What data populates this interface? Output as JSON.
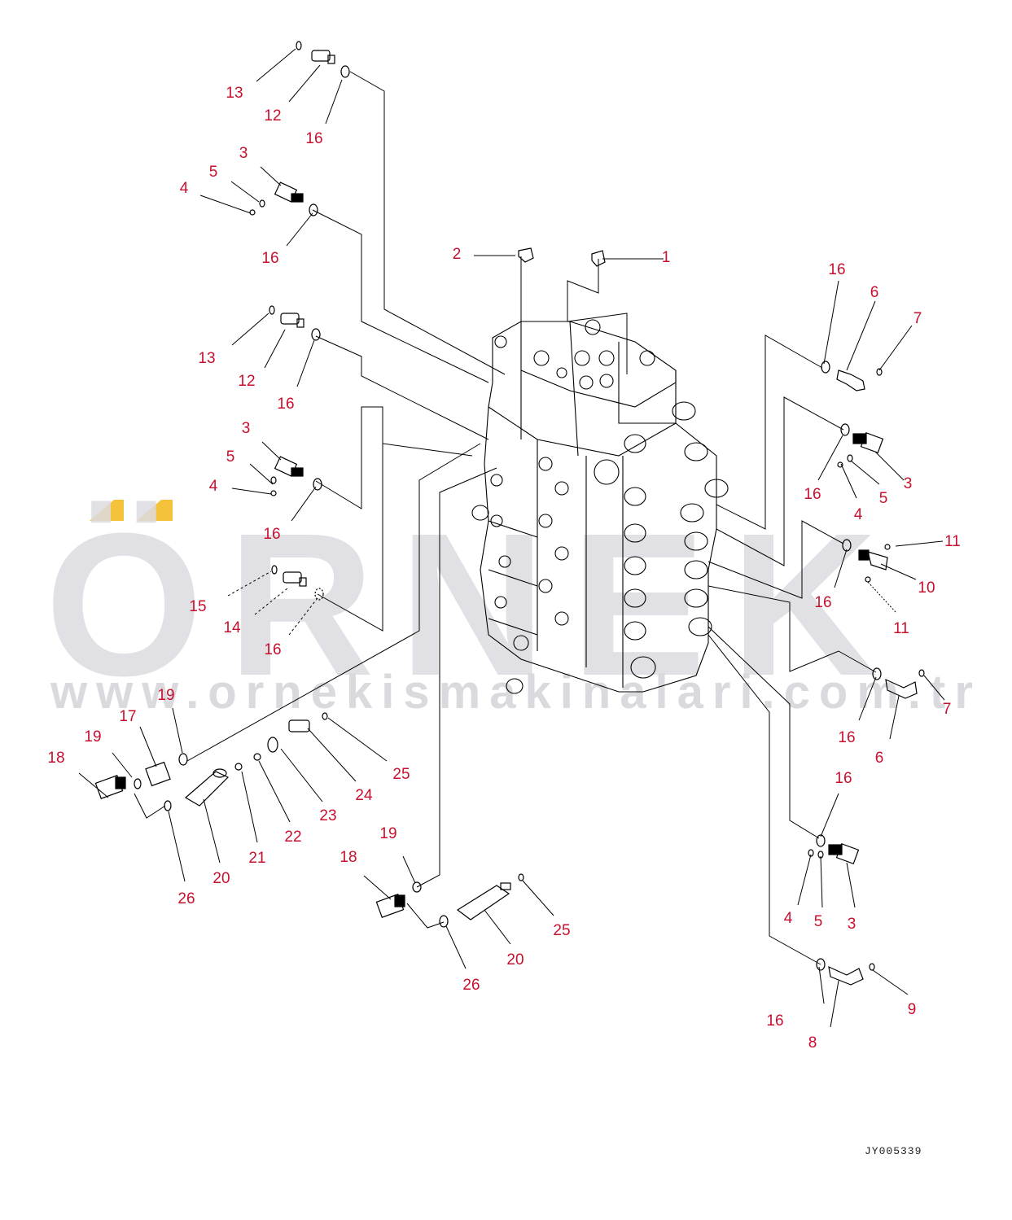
{
  "watermark": {
    "brand_text": "ÖRNEK",
    "url_text": "www.ornekismakinalari.com.tr",
    "accent_color": "#f5c33b"
  },
  "drawing_code": "JY005339",
  "colors": {
    "label": "#c8102e",
    "line": "#000000",
    "watermark": "#dcdbe0"
  },
  "callouts": [
    {
      "text": "13"
    },
    {
      "text": "12"
    },
    {
      "text": "16"
    },
    {
      "text": "3"
    },
    {
      "text": "5"
    },
    {
      "text": "4"
    },
    {
      "text": "16"
    },
    {
      "text": "2"
    },
    {
      "text": "1"
    },
    {
      "text": "13"
    },
    {
      "text": "12"
    },
    {
      "text": "16"
    },
    {
      "text": "3"
    },
    {
      "text": "5"
    },
    {
      "text": "4"
    },
    {
      "text": "16"
    },
    {
      "text": "15"
    },
    {
      "text": "14"
    },
    {
      "text": "16"
    },
    {
      "text": "16"
    },
    {
      "text": "6"
    },
    {
      "text": "7"
    },
    {
      "text": "16"
    },
    {
      "text": "4"
    },
    {
      "text": "5"
    },
    {
      "text": "3"
    },
    {
      "text": "11"
    },
    {
      "text": "10"
    },
    {
      "text": "11"
    },
    {
      "text": "16"
    },
    {
      "text": "16"
    },
    {
      "text": "6"
    },
    {
      "text": "7"
    },
    {
      "text": "16"
    },
    {
      "text": "4"
    },
    {
      "text": "5"
    },
    {
      "text": "3"
    },
    {
      "text": "16"
    },
    {
      "text": "8"
    },
    {
      "text": "9"
    },
    {
      "text": "19"
    },
    {
      "text": "17"
    },
    {
      "text": "19"
    },
    {
      "text": "18"
    },
    {
      "text": "26"
    },
    {
      "text": "20"
    },
    {
      "text": "21"
    },
    {
      "text": "22"
    },
    {
      "text": "23"
    },
    {
      "text": "24"
    },
    {
      "text": "25"
    },
    {
      "text": "19"
    },
    {
      "text": "18"
    },
    {
      "text": "26"
    },
    {
      "text": "20"
    },
    {
      "text": "25"
    }
  ]
}
